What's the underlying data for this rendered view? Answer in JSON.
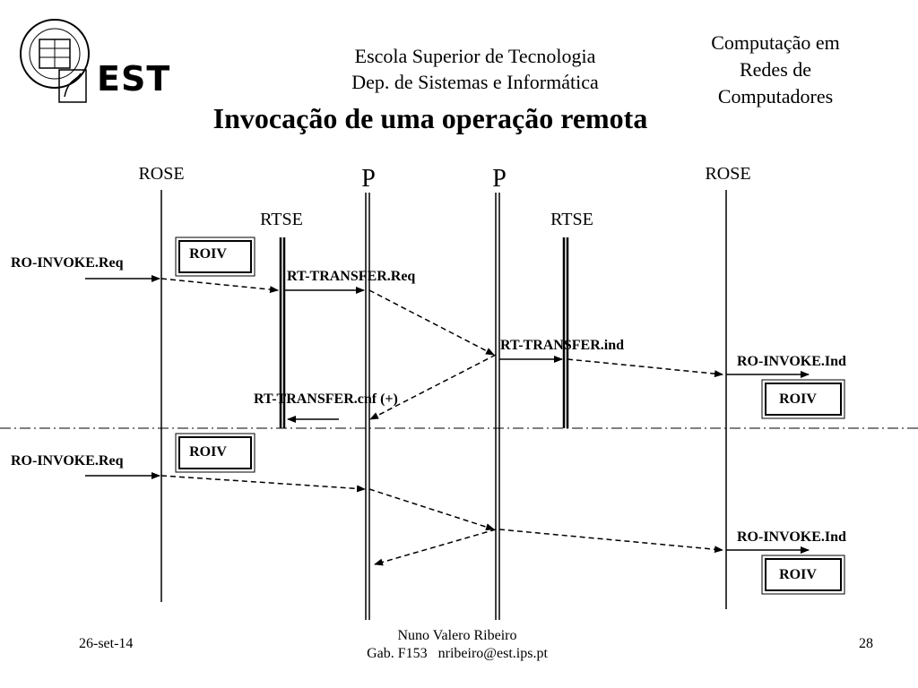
{
  "header": {
    "logo_text": "EST",
    "school_line1": "Escola Superior de Tecnologia",
    "school_line2": "Dep. de Sistemas e Informática",
    "course_line1": "Computação em",
    "course_line2": "Redes de",
    "course_line3": "Computadores"
  },
  "title": "Invocação de uma operação remota",
  "diagram": {
    "entities": {
      "rose_left": "ROSE",
      "rtse_left": "RTSE",
      "p_left": "P",
      "p_right": "P",
      "rtse_right": "RTSE",
      "rose_right": "ROSE"
    },
    "messages": {
      "ro_invoke_req_1": "RO-INVOKE.Req",
      "rt_transfer_req": "RT-TRANSFER.Req",
      "rt_transfer_ind": "RT-TRANSFER.ind",
      "ro_invoke_ind_1": "RO-INVOKE.Ind",
      "rt_transfer_cnf": "RT-TRANSFER.cnf (+)",
      "ro_invoke_req_2": "RO-INVOKE.Req",
      "ro_invoke_ind_2": "RO-INVOKE.Ind"
    },
    "boxes": {
      "roiv_left_1": "ROIV",
      "roiv_right_1": "ROIV",
      "roiv_left_2": "ROIV",
      "roiv_right_2": "ROIV"
    }
  },
  "footer": {
    "date": "26-set-14",
    "author": "Nuno Valero Ribeiro",
    "contact": "Gab. F153   nribeiro@est.ips.pt",
    "page": "28"
  }
}
